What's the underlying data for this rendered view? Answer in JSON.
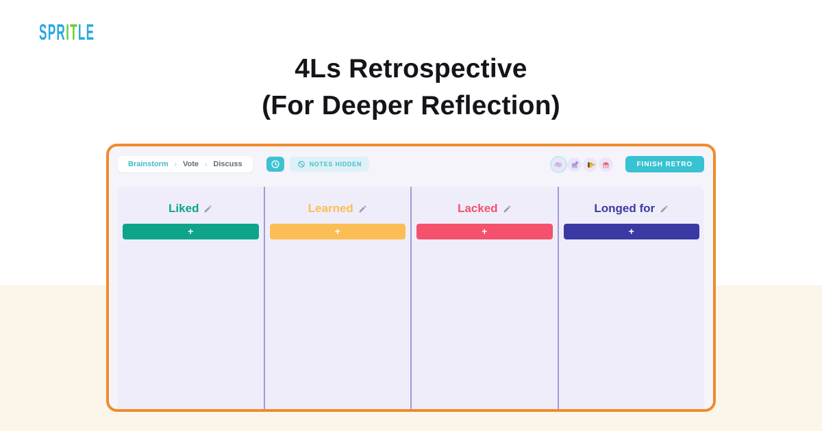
{
  "page": {
    "logo": {
      "part1": "SPR",
      "part2": "IT",
      "part3": "LE",
      "blue": "#29A9E0",
      "green": "#6FCC33"
    },
    "title_line1": "4Ls Retrospective",
    "title_line2": "(For Deeper Reflection)",
    "background_bottom": "#FBF5EA",
    "window_border": "#F18A2D"
  },
  "topbar": {
    "breadcrumb": [
      {
        "label": "Brainstorm",
        "active": true
      },
      {
        "label": "Vote",
        "active": false
      },
      {
        "label": "Discuss",
        "active": false
      }
    ],
    "chevron": "›",
    "timer_icon": "clock-icon",
    "notes_badge": {
      "label": "NOTES HIDDEN",
      "icon": "hidden-slash-icon",
      "color": "#49BCCB"
    },
    "avatars": [
      {
        "name": "elephant-avatar"
      },
      {
        "name": "dog-avatar"
      },
      {
        "name": "duck-avatar"
      },
      {
        "name": "jellyfish-avatar"
      }
    ],
    "finish_button": "FINISH RETRO",
    "accent_teal": "#38C2D2"
  },
  "board": {
    "columns": [
      {
        "label": "Liked",
        "color": "#0EA48B",
        "add_label": "+"
      },
      {
        "label": "Learned",
        "color": "#FBBE55",
        "add_label": "+"
      },
      {
        "label": "Lacked",
        "color": "#F4516C",
        "add_label": "+"
      },
      {
        "label": "Longed for",
        "color": "#3B3AA4",
        "add_label": "+"
      }
    ]
  }
}
